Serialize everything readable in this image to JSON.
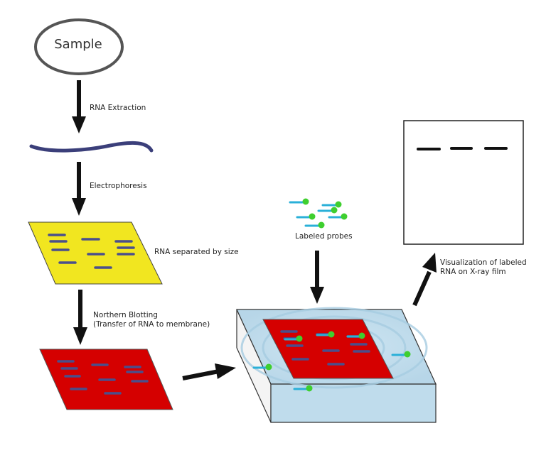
{
  "labels": {
    "sample": "Sample",
    "rna_extraction": "RNA Extraction",
    "electrophoresis": "Electrophoresis",
    "rna_separated": "RNA separated by size",
    "northern_blotting_line1": "Northern Blotting",
    "northern_blotting_line2": "(Transfer of RNA to membrane)",
    "labeled_probes": "Labeled probes",
    "visualization_line1": "Visualization of labeled",
    "visualization_line2": "RNA on X-ray film"
  },
  "colors": {
    "gel": "#f1e620",
    "membrane": "#d50000",
    "band": "#4a4f8c",
    "probe_stick": "#2ab0d8",
    "probe_head": "#3fcf2f",
    "rna_strand": "#3b3f7a",
    "tray_top": "#bcd9ea",
    "arrow": "#111111"
  }
}
